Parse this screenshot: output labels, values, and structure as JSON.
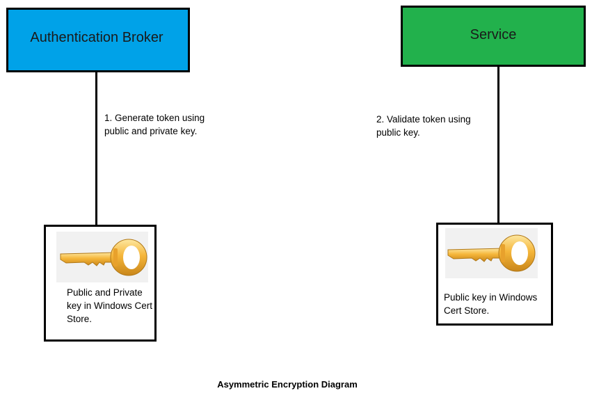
{
  "nodes": {
    "broker": {
      "label": "Authentication Broker",
      "fill": "#00a2e8"
    },
    "service": {
      "label": "Service",
      "fill": "#22b14c"
    }
  },
  "steps": {
    "generate": "1. Generate token using public and private key.",
    "validate": "2. Validate token using public key."
  },
  "stores": {
    "left": {
      "icon": "key-icon",
      "text": "Public and Private key in Windows Cert Store."
    },
    "right": {
      "icon": "key-icon",
      "text": "Public key in Windows Cert Store."
    }
  },
  "caption": "Asymmetric Encryption Diagram"
}
